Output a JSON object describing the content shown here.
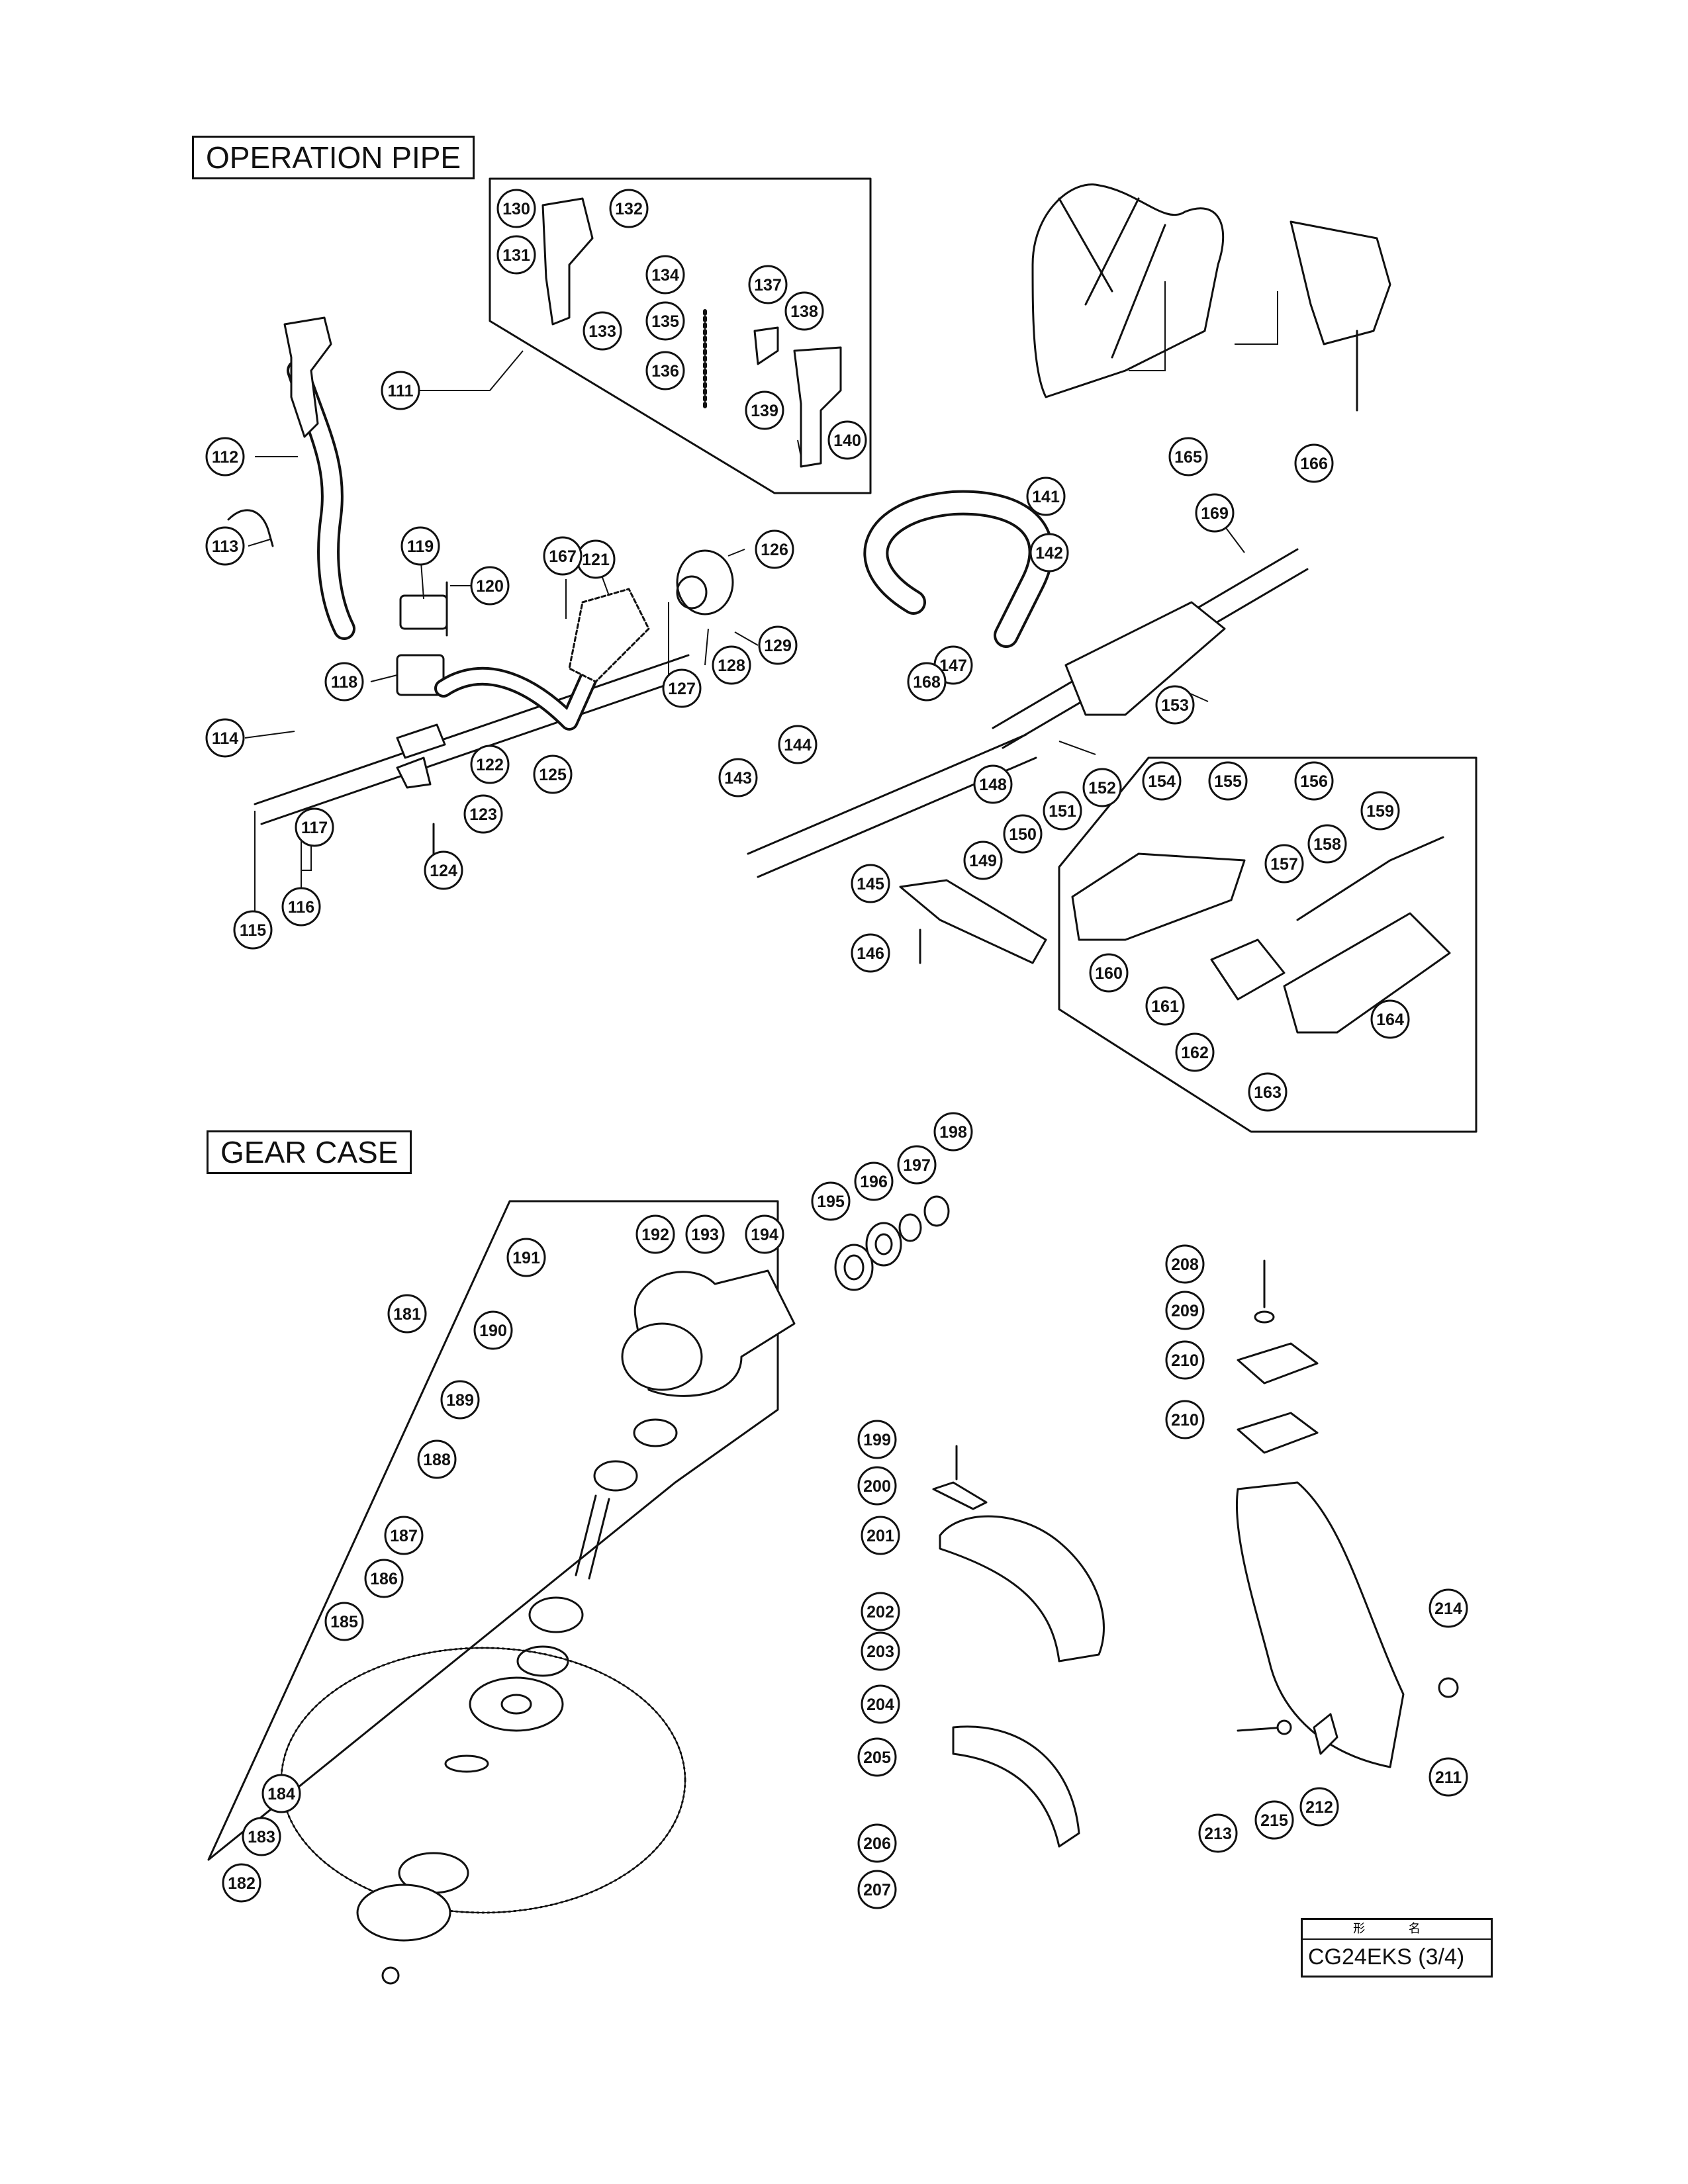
{
  "sections": {
    "operation_pipe": "OPERATION PIPE",
    "gear_case": "GEAR CASE"
  },
  "model_box": {
    "header": "形 名",
    "model": "CG24EKS (3/4)"
  },
  "parts": [
    "111",
    "112",
    "113",
    "114",
    "115",
    "116",
    "117",
    "118",
    "119",
    "120",
    "121",
    "122",
    "123",
    "124",
    "125",
    "126",
    "127",
    "128",
    "129",
    "130",
    "131",
    "132",
    "133",
    "134",
    "135",
    "136",
    "137",
    "138",
    "139",
    "140",
    "141",
    "142",
    "143",
    "144",
    "145",
    "146",
    "147",
    "148",
    "149",
    "150",
    "151",
    "152",
    "153",
    "154",
    "155",
    "156",
    "157",
    "158",
    "159",
    "160",
    "161",
    "162",
    "163",
    "164",
    "165",
    "166",
    "167",
    "168",
    "169",
    "181",
    "182",
    "183",
    "184",
    "185",
    "186",
    "187",
    "188",
    "189",
    "190",
    "191",
    "192",
    "193",
    "194",
    "195",
    "196",
    "197",
    "198",
    "199",
    "200",
    "201",
    "202",
    "203",
    "204",
    "205",
    "206",
    "207",
    "208",
    "209",
    "210",
    "210",
    "211",
    "212",
    "213",
    "214",
    "215"
  ]
}
